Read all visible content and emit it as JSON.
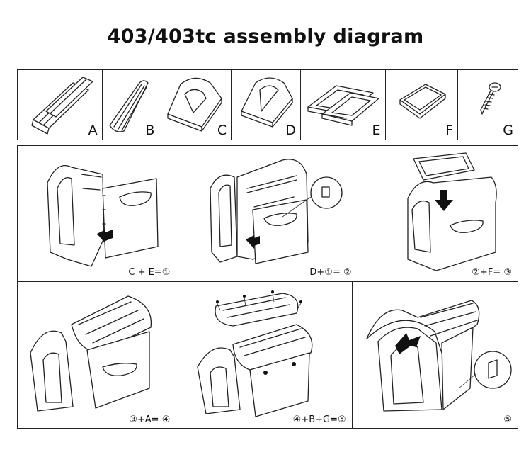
{
  "title": "403/403tc assembly diagram",
  "parts": [
    {
      "label": "A",
      "icon": "roof-panel-pair-icon"
    },
    {
      "label": "B",
      "icon": "roof-ridge-panel-icon"
    },
    {
      "label": "C",
      "icon": "front-wall-arch-icon"
    },
    {
      "label": "D",
      "icon": "back-wall-arch-icon"
    },
    {
      "label": "E",
      "icon": "side-wall-panels-icon"
    },
    {
      "label": "F",
      "icon": "floor-tray-icon"
    },
    {
      "label": "G",
      "icon": "screw-icon"
    }
  ],
  "steps": [
    {
      "caption": "C + E=①",
      "icon": "attach-side-wall-icon"
    },
    {
      "caption": "D+①= ②",
      "icon": "attach-back-wall-icon"
    },
    {
      "caption": "②+F= ③",
      "icon": "attach-floor-icon"
    },
    {
      "caption": "③+A= ④",
      "icon": "attach-roof-icon"
    },
    {
      "caption": "④+B+G=⑤",
      "icon": "attach-ridge-screws-icon"
    },
    {
      "caption": "⑤",
      "icon": "finished-doghouse-icon"
    }
  ]
}
